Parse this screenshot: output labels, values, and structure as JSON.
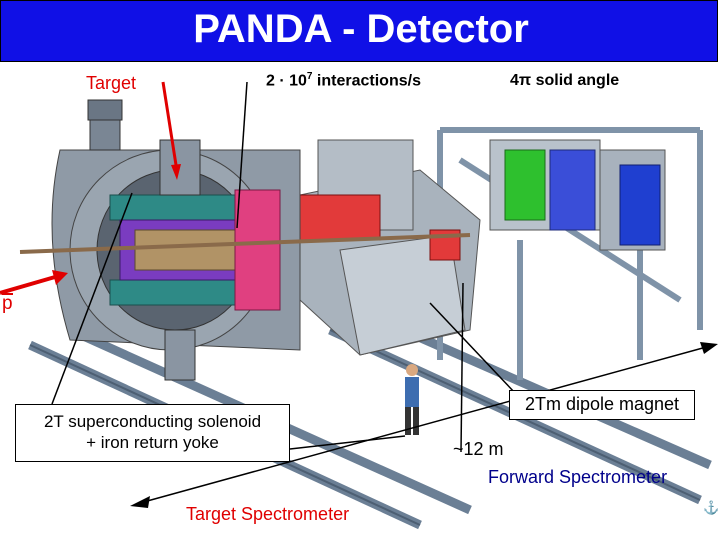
{
  "slide": {
    "title": "PANDA - Detector",
    "labels": {
      "target": "Target",
      "interactions_base": "2 · 10",
      "interactions_exp": "7",
      "interactions_tail": " interactions/s",
      "solid_angle": "4π solid angle",
      "antiproton": "p",
      "solenoid_line1": "2T superconducting solenoid",
      "solenoid_line2": "+ iron return yoke",
      "dipole": "2Tm dipole magnet",
      "length": "~12 m",
      "forward_spectrometer": "Forward Spectrometer",
      "target_spectrometer": "Target Spectrometer"
    },
    "colors": {
      "title_bg": "#1010e6",
      "title_text": "#ffffff",
      "accent_red": "#e00000",
      "forward_blue": "#00008b"
    },
    "icons": [
      "anchor-icon"
    ]
  }
}
